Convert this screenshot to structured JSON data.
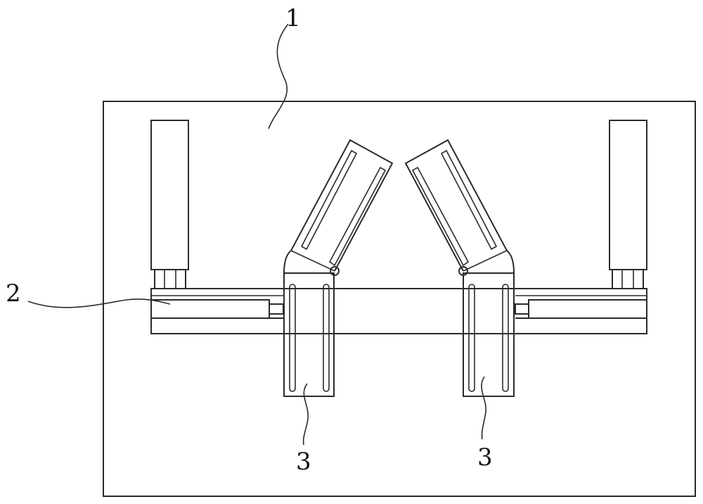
{
  "figure": {
    "labels": {
      "frame": "1",
      "left_rail": "2",
      "left_clamp": "3",
      "right_clamp": "3"
    },
    "colors": {
      "stroke": "#2b2b2b",
      "background": "#ffffff"
    }
  }
}
